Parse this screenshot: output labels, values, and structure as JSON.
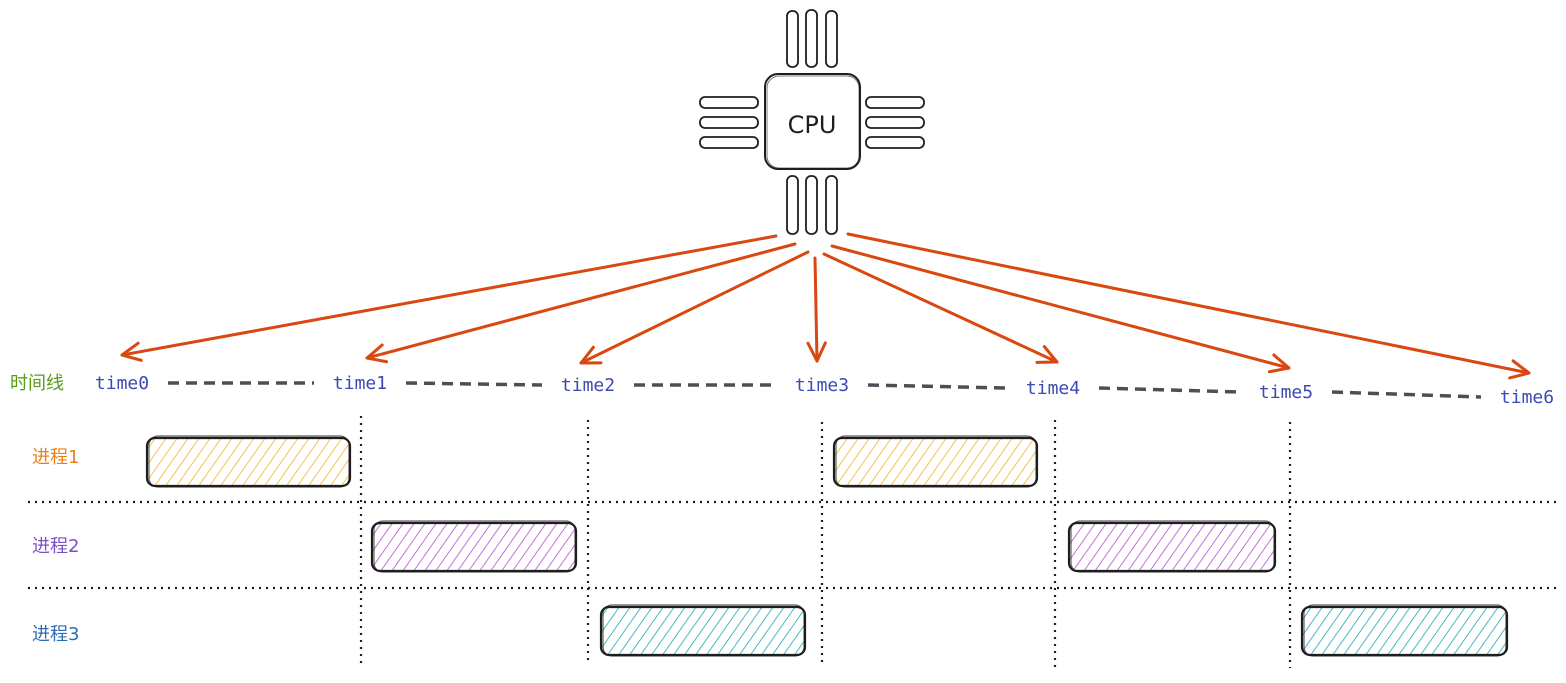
{
  "cpu": {
    "label": "CPU"
  },
  "timeline": {
    "label": "时间线",
    "ticks": [
      "time0",
      "time1",
      "time2",
      "time3",
      "time4",
      "time5",
      "time6"
    ]
  },
  "processes": [
    {
      "label": "进程1",
      "color": "#f0b429",
      "label_color": "#e8801a",
      "slots": [
        0,
        3
      ]
    },
    {
      "label": "进程2",
      "color": "#b44fd4",
      "label_color": "#7b4fc7",
      "slots": [
        1,
        4
      ]
    },
    {
      "label": "进程3",
      "color": "#1aa8b8",
      "label_color": "#2a6db3",
      "slots": [
        2,
        5
      ]
    }
  ],
  "colors": {
    "arrow": "#d9480f",
    "timeline_text": "#3b4bb3",
    "timeline_label": "#5a9a1a",
    "dashed_line": "#495057",
    "outline": "#1e1e1e"
  }
}
